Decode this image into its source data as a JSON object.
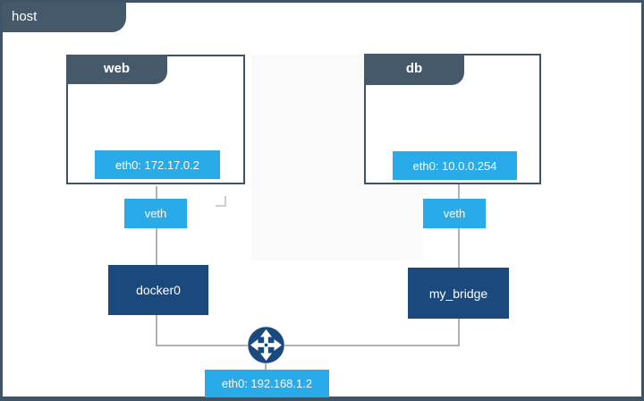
{
  "host": {
    "label": "host",
    "eth_label": "eth0: 192.168.1.2"
  },
  "containers": [
    {
      "name": "web",
      "eth": "eth0: 172.17.0.2",
      "veth": "veth",
      "bridge": "docker0"
    },
    {
      "name": "db",
      "eth": "eth0: 10.0.0.254",
      "veth": "veth",
      "bridge": "my_bridge"
    }
  ],
  "icons": {
    "router": "four-way-arrows-router-icon"
  },
  "colors": {
    "slate": "#45596B",
    "navy": "#1A4A7D",
    "light_blue": "#29ABE9",
    "connector_gray": "#B0B3B6",
    "frame_border": "#3F5467"
  }
}
